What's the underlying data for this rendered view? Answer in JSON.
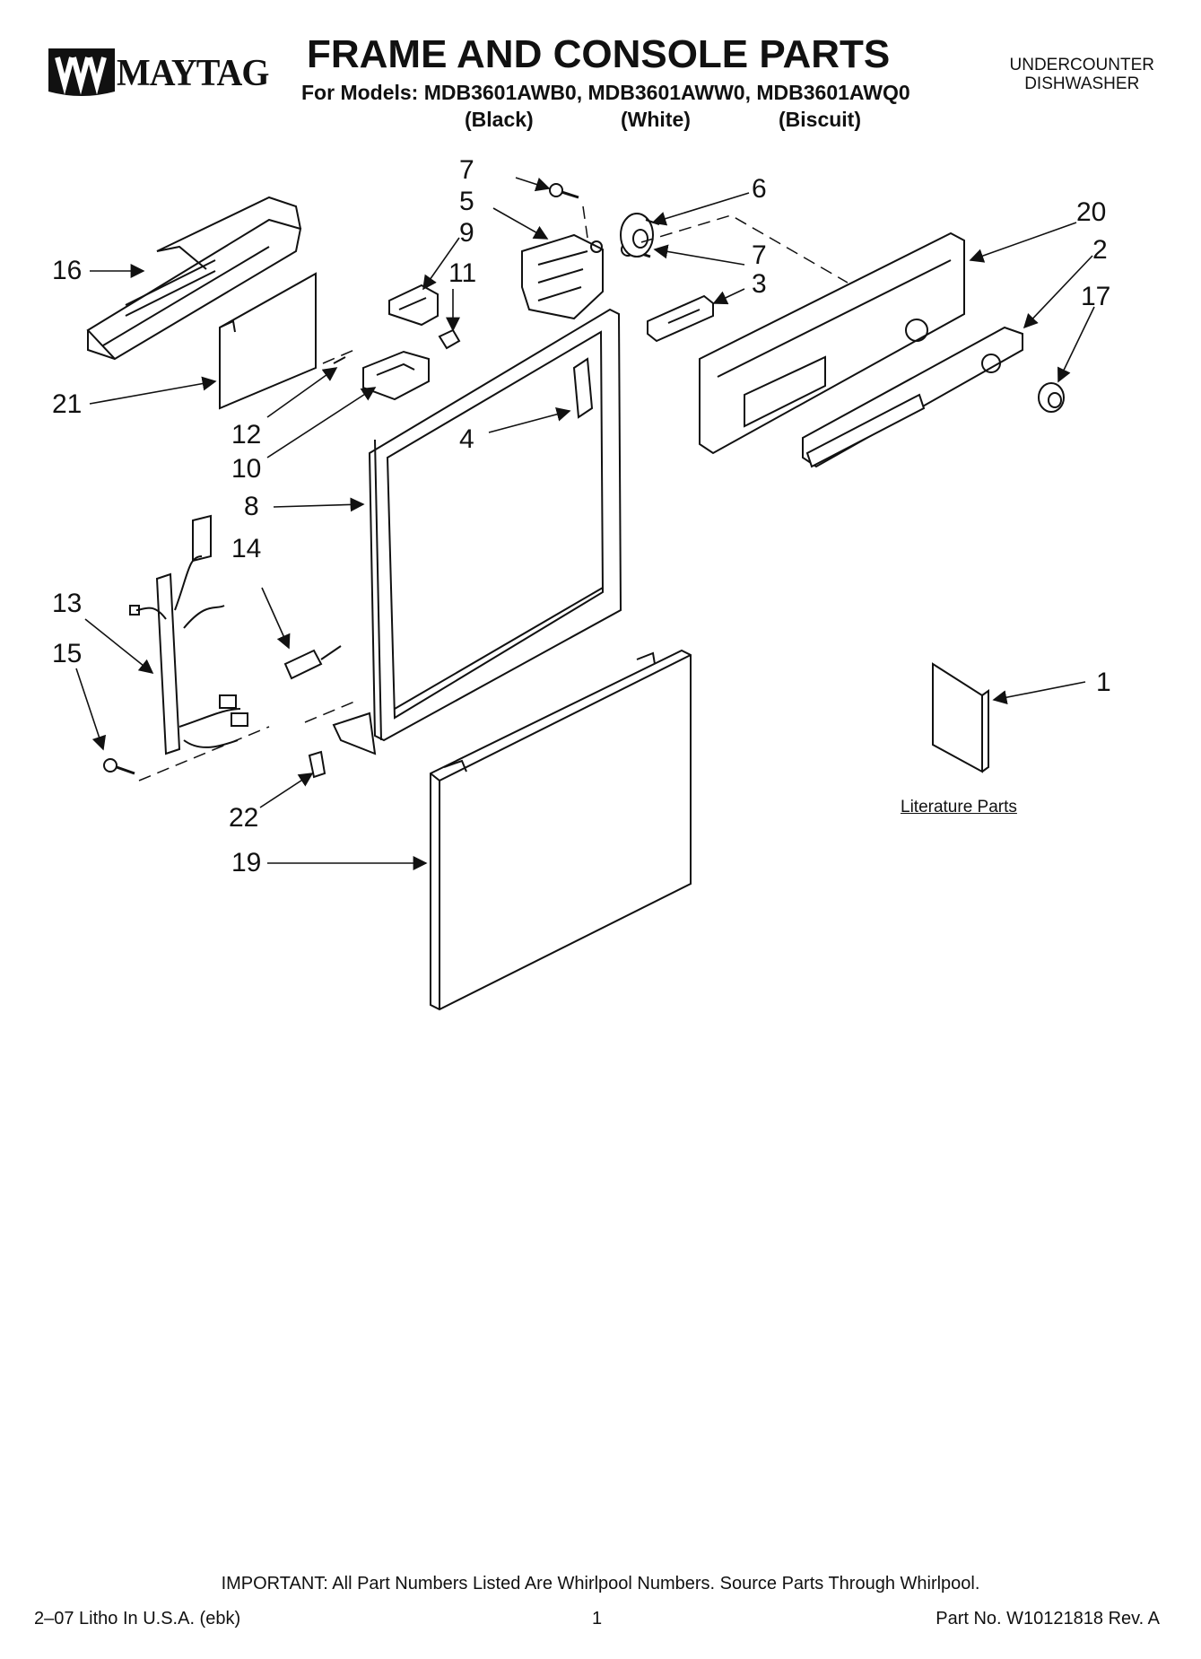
{
  "header": {
    "brand": "MAYTAG",
    "title": "FRAME AND CONSOLE PARTS",
    "models_line": "For Models: MDB3601AWB0, MDB3601AWW0, MDB3601AWQ0",
    "colors": [
      "(Black)",
      "(White)",
      "(Biscuit)"
    ],
    "category_line1": "UNDERCOUNTER",
    "category_line2": "DISHWASHER"
  },
  "callouts": [
    "7",
    "5",
    "9",
    "11",
    "6",
    "7",
    "3",
    "20",
    "2",
    "17",
    "16",
    "21",
    "12",
    "10",
    "4",
    "8",
    "14",
    "13",
    "15",
    "22",
    "19",
    "1"
  ],
  "literature_label": "Literature Parts",
  "footer": {
    "important": "IMPORTANT: All Part Numbers Listed Are Whirlpool Numbers. Source Parts Through Whirlpool.",
    "litho": "2–07 Litho In U.S.A. (ebk)",
    "page": "1",
    "part_no": "Part No. W10121818 Rev. A"
  }
}
